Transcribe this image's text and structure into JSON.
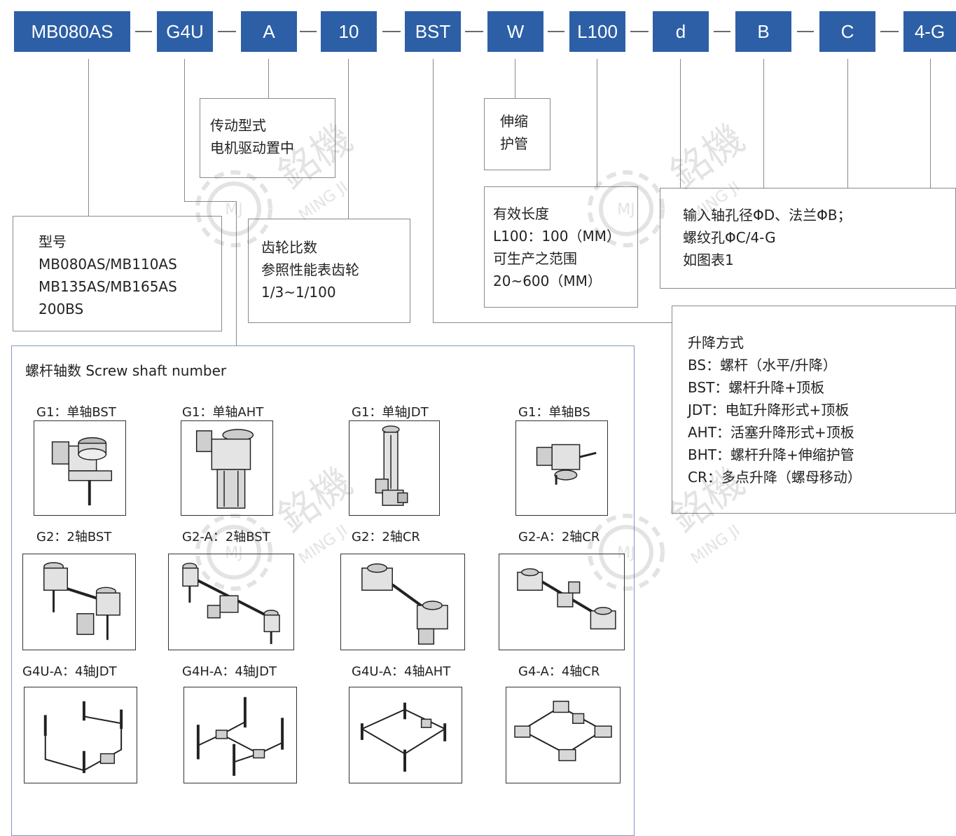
{
  "codes": [
    "MB080AS",
    "G4U",
    "A",
    "10",
    "BST",
    "W",
    "L100",
    "d",
    "B",
    "C",
    "4-G"
  ],
  "descriptions": {
    "model": "型号\nMB080AS/MB110AS\nMB135AS/MB165AS\n200BS",
    "drive": "传动型式\n电机驱动置中",
    "ratio": "齿轮比数\n参照性能表齿轮\n1/3~1/100",
    "bellows": "伸缩\n护管",
    "length": "有效长度\nL100：100（MM）\n可生产之范围\n20~600（MM）",
    "holes": "输入轴孔径ΦD、法兰ΦB；\n螺纹孔ΦC/4-G\n如图表1",
    "lift": "升降方式\nBS：螺杆（水平/升降）\nBST：螺杆升降+顶板\nJDT：电缸升降形式+顶板\nAHT：活塞升降形式+顶板\nBHT：螺杆升降+伸缩护管\nCR：多点升降（螺母移动）"
  },
  "panel": {
    "title": "螺杆轴数 Screw shaft number",
    "variants": [
      {
        "caption": "G1：单轴BST",
        "illustration": "single-bst"
      },
      {
        "caption": "G1：单轴AHT",
        "illustration": "single-aht"
      },
      {
        "caption": "G1：单轴JDT",
        "illustration": "single-jdt"
      },
      {
        "caption": "G1：单轴BS",
        "illustration": "single-bs"
      },
      {
        "caption": "G2：2轴BST",
        "illustration": "double-bst"
      },
      {
        "caption": "G2-A：2轴BST",
        "illustration": "double-bst-a"
      },
      {
        "caption": "G2：2轴CR",
        "illustration": "double-cr"
      },
      {
        "caption": "G2-A：2轴CR",
        "illustration": "double-cr-a"
      },
      {
        "caption": "G4U-A：4轴JDT",
        "illustration": "quad-jdt-u"
      },
      {
        "caption": "G4H-A：4轴JDT",
        "illustration": "quad-jdt-h"
      },
      {
        "caption": "G4U-A：4轴AHT",
        "illustration": "quad-aht-u"
      },
      {
        "caption": "G4-A：4轴CR",
        "illustration": "quad-cr"
      }
    ]
  },
  "watermark": {
    "cn": "銘機",
    "en": "MING JI",
    "logo": "MJ"
  },
  "colors": {
    "code_box": "#2d5fa6",
    "panel_border": "#7f96c4",
    "line": "#8a8a8a"
  }
}
